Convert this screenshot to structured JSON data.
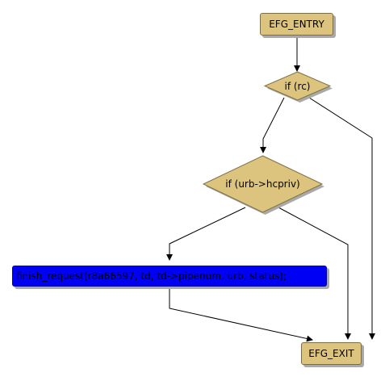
{
  "diagram": {
    "nodes": {
      "entry": "EFG_ENTRY",
      "if_rc": "if (rc)",
      "if_urb": "if (urb->hcpriv)",
      "finish": "finish_request(r8a66597, td, td->pipenum, urb, status);",
      "exit": "EFG_EXIT"
    },
    "colors": {
      "node_fill": "#dcc47e",
      "node_border": "#7d6f45",
      "highlight_fill": "#0000f5",
      "shadow": "#a9a9a9",
      "edge": "#000000"
    }
  }
}
